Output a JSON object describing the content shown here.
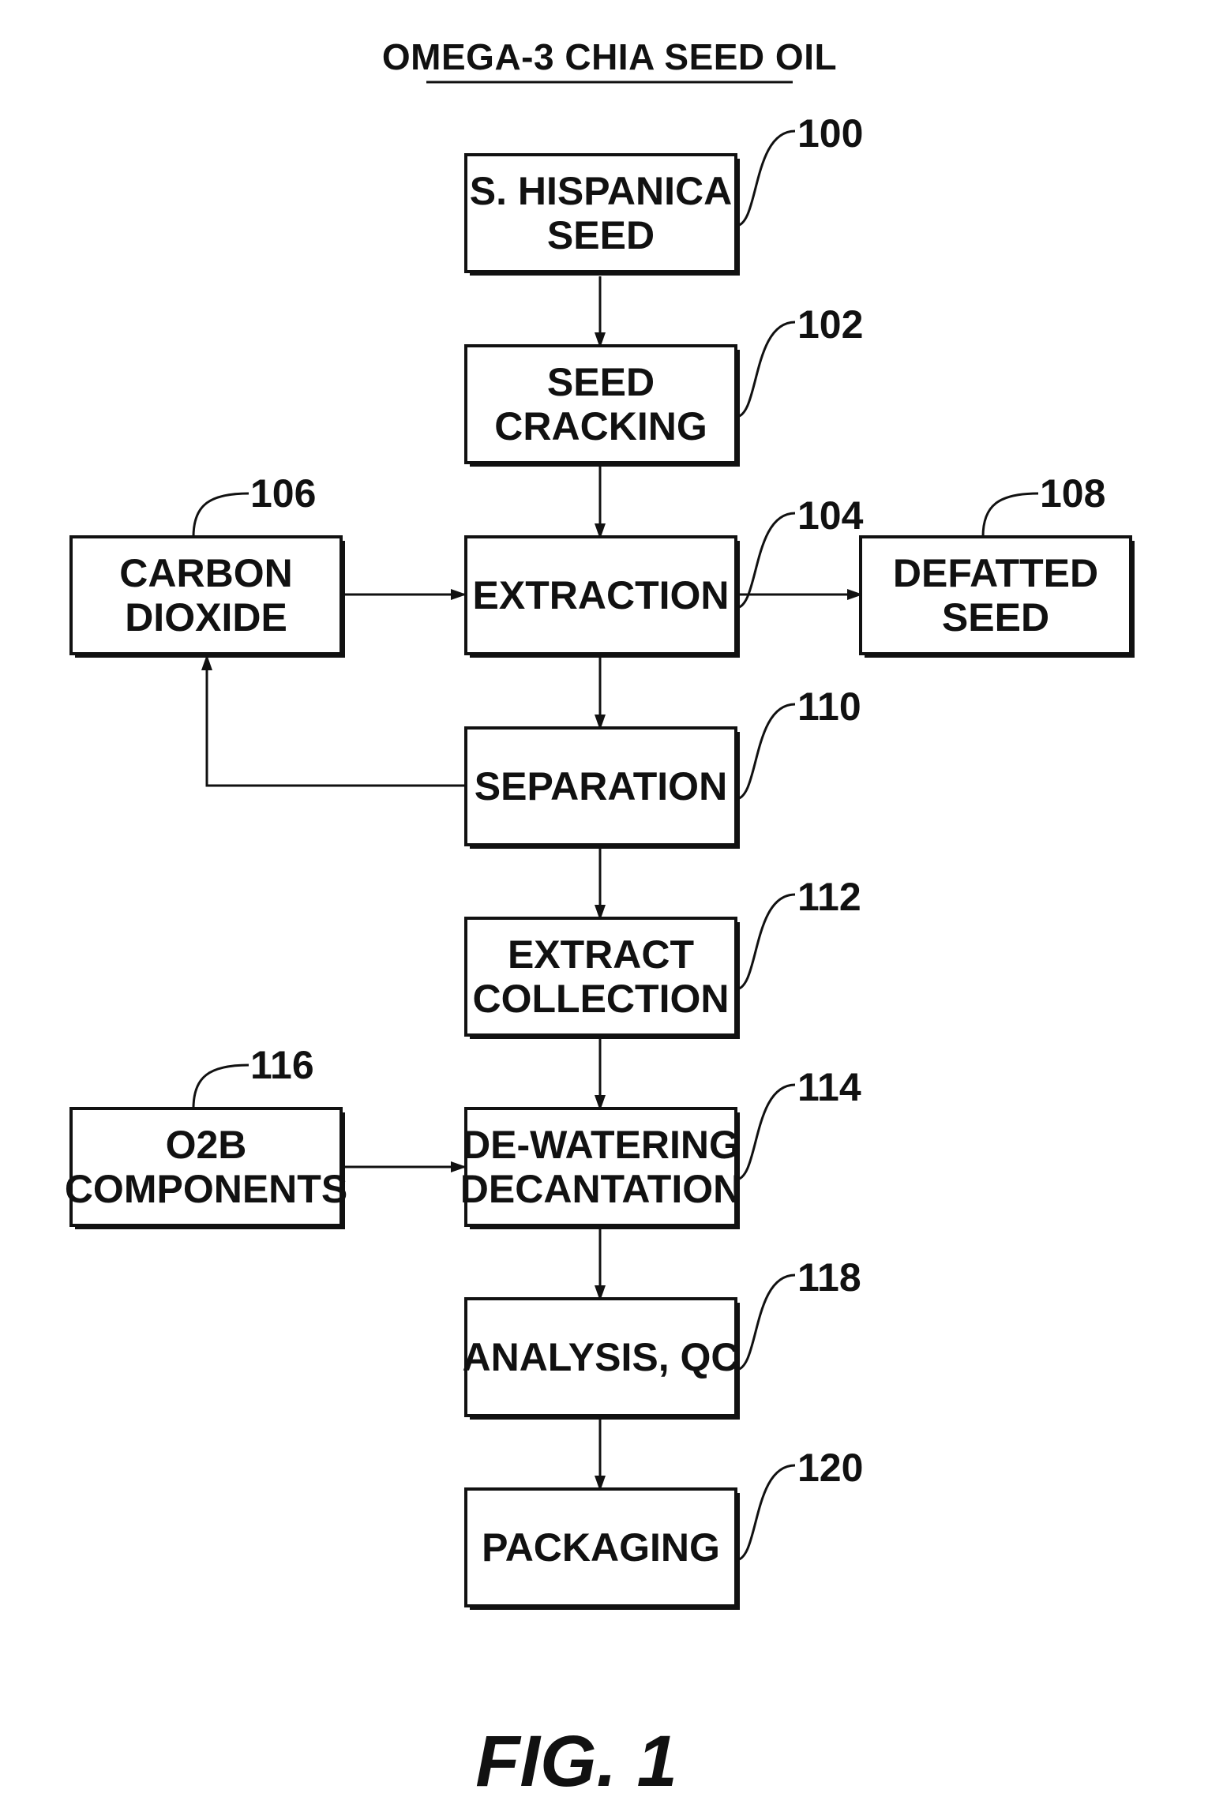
{
  "title": "OMEGA-3 CHIA SEED OIL",
  "figure_label": "FIG. 1",
  "boxes": [
    {
      "id": "seed",
      "lines": [
        "S. HISPANICA",
        "SEED"
      ],
      "ref": "100"
    },
    {
      "id": "cracking",
      "lines": [
        "SEED",
        "CRACKING"
      ],
      "ref": "102"
    },
    {
      "id": "extraction",
      "lines": [
        "EXTRACTION"
      ],
      "ref": "104"
    },
    {
      "id": "carbon-dioxide",
      "lines": [
        "CARBON",
        "DIOXIDE"
      ],
      "ref": "106"
    },
    {
      "id": "defatted-seed",
      "lines": [
        "DEFATTED",
        "SEED"
      ],
      "ref": "108"
    },
    {
      "id": "separation",
      "lines": [
        "SEPARATION"
      ],
      "ref": "110"
    },
    {
      "id": "extract-collection",
      "lines": [
        "EXTRACT",
        "COLLECTION"
      ],
      "ref": "112"
    },
    {
      "id": "dewatering",
      "lines": [
        "DE-WATERING",
        "DECANTATION"
      ],
      "ref": "114"
    },
    {
      "id": "o2b-components",
      "lines": [
        "O2B",
        "COMPONENTS"
      ],
      "ref": "116"
    },
    {
      "id": "analysis",
      "lines": [
        "ANALYSIS, QC"
      ],
      "ref": "118"
    },
    {
      "id": "packaging",
      "lines": [
        "PACKAGING"
      ],
      "ref": "120"
    }
  ],
  "connections": [
    {
      "from": "seed",
      "to": "cracking"
    },
    {
      "from": "cracking",
      "to": "extraction"
    },
    {
      "from": "carbon-dioxide",
      "to": "extraction"
    },
    {
      "from": "extraction",
      "to": "defatted-seed"
    },
    {
      "from": "extraction",
      "to": "separation"
    },
    {
      "from": "separation",
      "to": "carbon-dioxide"
    },
    {
      "from": "separation",
      "to": "extract-collection"
    },
    {
      "from": "extract-collection",
      "to": "dewatering"
    },
    {
      "from": "o2b-components",
      "to": "dewatering"
    },
    {
      "from": "dewatering",
      "to": "analysis"
    },
    {
      "from": "analysis",
      "to": "packaging"
    }
  ]
}
